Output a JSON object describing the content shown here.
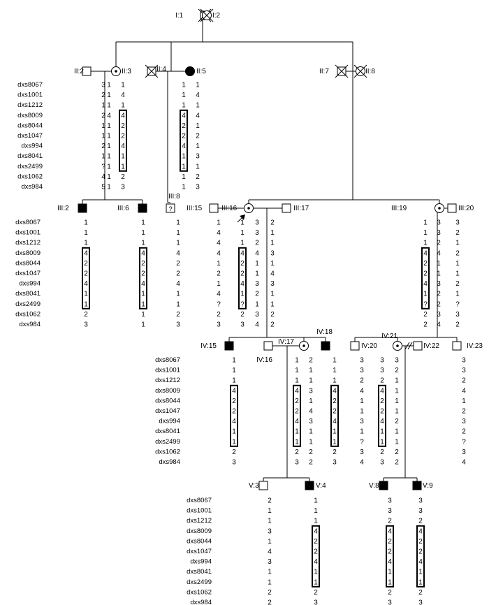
{
  "markers": [
    "dxs8067",
    "dxs1001",
    "dxs1212",
    "dxs8009",
    "dxs8044",
    "dxs1047",
    "dxs994",
    "dxs8041",
    "dxs2499",
    "dxs1062",
    "dxs984"
  ],
  "individuals": [
    {
      "id": "I1",
      "label": "I:1",
      "sex": "male",
      "status": "deceased"
    },
    {
      "id": "I2",
      "label": "I:2",
      "sex": "female",
      "status": "deceased"
    },
    {
      "id": "II2",
      "label": "II:2",
      "sex": "male",
      "status": "normal"
    },
    {
      "id": "II3",
      "label": "II:3",
      "sex": "female",
      "status": "carrier"
    },
    {
      "id": "II4",
      "label": "II:4",
      "sex": "male",
      "status": "deceased"
    },
    {
      "id": "II5",
      "label": "II:5",
      "sex": "female",
      "status": "affected"
    },
    {
      "id": "II7",
      "label": "II:7",
      "sex": "male",
      "status": "deceased"
    },
    {
      "id": "II8",
      "label": "II:8",
      "sex": "female",
      "status": "deceased"
    },
    {
      "id": "III2",
      "label": "III:2",
      "sex": "male",
      "status": "affected"
    },
    {
      "id": "III6",
      "label": "III:6",
      "sex": "male",
      "status": "affected"
    },
    {
      "id": "III8",
      "label": "III:8",
      "sex": "unknown",
      "status": "unknown",
      "symbol_text": "?"
    },
    {
      "id": "III15",
      "label": "III:15",
      "sex": "male",
      "status": "normal"
    },
    {
      "id": "III16",
      "label": "III:16",
      "sex": "female",
      "status": "carrier",
      "proband": true
    },
    {
      "id": "III17",
      "label": "III:17",
      "sex": "male",
      "status": "normal"
    },
    {
      "id": "III19",
      "label": "III:19",
      "sex": "female",
      "status": "carrier"
    },
    {
      "id": "III20",
      "label": "III:20",
      "sex": "male",
      "status": "normal"
    },
    {
      "id": "IV15",
      "label": "IV:15",
      "sex": "male",
      "status": "affected"
    },
    {
      "id": "IV16",
      "label": "IV:16",
      "sex": "male",
      "status": "normal"
    },
    {
      "id": "IV17",
      "label": "IV:17",
      "sex": "female",
      "status": "carrier"
    },
    {
      "id": "IV18",
      "label": "IV:18",
      "sex": "male",
      "status": "affected"
    },
    {
      "id": "IV20",
      "label": "IV:20",
      "sex": "male",
      "status": "normal"
    },
    {
      "id": "IV21",
      "label": "IV:21",
      "sex": "female",
      "status": "carrier"
    },
    {
      "id": "IV22",
      "label": "IV:22",
      "sex": "male",
      "status": "normal"
    },
    {
      "id": "IV23",
      "label": "IV:23",
      "sex": "male",
      "status": "normal"
    },
    {
      "id": "V3",
      "label": "V:3",
      "sex": "male",
      "status": "normal"
    },
    {
      "id": "V4",
      "label": "V:4",
      "sex": "male",
      "status": "affected"
    },
    {
      "id": "V8",
      "label": "V:8",
      "sex": "male",
      "status": "affected"
    },
    {
      "id": "V9",
      "label": "V:9",
      "sex": "male",
      "status": "affected"
    }
  ],
  "haplotypes": [
    {
      "of": "II2",
      "values": [
        "3",
        "2",
        "1",
        "2",
        "1",
        "1",
        "2",
        "1",
        "?",
        "4",
        "5"
      ]
    },
    {
      "of": "II3",
      "values": [
        "1",
        "1",
        "1",
        "4",
        "1",
        "1",
        "1",
        "1",
        "1",
        "1",
        "1"
      ]
    },
    {
      "of": "II3",
      "values": [
        "1",
        "4",
        "1",
        "4",
        "2",
        "2",
        "4",
        "1",
        "1",
        "2",
        "3"
      ],
      "boxed": [
        3,
        8
      ]
    },
    {
      "of": "II5",
      "values": [
        "1",
        "1",
        "1",
        "4",
        "2",
        "2",
        "4",
        "1",
        "1",
        "1",
        "1"
      ],
      "boxed": [
        3,
        8
      ]
    },
    {
      "of": "II5",
      "values": [
        "1",
        "4",
        "1",
        "4",
        "1",
        "2",
        "1",
        "3",
        "1",
        "2",
        "3"
      ]
    },
    {
      "of": "III2",
      "values": [
        "1",
        "1",
        "1",
        "4",
        "2",
        "2",
        "4",
        "1",
        "1",
        "2",
        "3"
      ],
      "boxed": [
        3,
        8
      ]
    },
    {
      "of": "III6",
      "values": [
        "1",
        "1",
        "1",
        "4",
        "2",
        "2",
        "4",
        "1",
        "1",
        "1",
        "1"
      ],
      "boxed": [
        3,
        8
      ]
    },
    {
      "of": "III8",
      "values": [
        "1",
        "1",
        "1",
        "4",
        "2",
        "2",
        "4",
        "1",
        "1",
        "2",
        "3"
      ]
    },
    {
      "of": "III15",
      "values": [
        "1",
        "4",
        "4",
        "4",
        "1",
        "2",
        "1",
        "4",
        "?",
        "2",
        "3"
      ]
    },
    {
      "of": "III16",
      "values": [
        "1",
        "1",
        "1",
        "4",
        "2",
        "2",
        "4",
        "1",
        "?",
        "2",
        "3"
      ],
      "boxed": [
        3,
        8
      ]
    },
    {
      "of": "III16",
      "values": [
        "3",
        "3",
        "2",
        "4",
        "1",
        "1",
        "3",
        "2",
        "1",
        "3",
        "4"
      ]
    },
    {
      "of": "III17",
      "values": [
        "2",
        "1",
        "1",
        "3",
        "1",
        "4",
        "3",
        "1",
        "1",
        "2",
        "2"
      ]
    },
    {
      "of": "III19",
      "values": [
        "1",
        "1",
        "1",
        "4",
        "2",
        "2",
        "4",
        "1",
        "?",
        "2",
        "2"
      ],
      "boxed": [
        3,
        8
      ]
    },
    {
      "of": "III19",
      "values": [
        "3",
        "3",
        "2",
        "4",
        "1",
        "1",
        "3",
        "2",
        "2",
        "3",
        "4"
      ]
    },
    {
      "of": "III20",
      "values": [
        "3",
        "2",
        "1",
        "2",
        "1",
        "1",
        "2",
        "1",
        "?",
        "3",
        "2"
      ]
    },
    {
      "of": "IV15",
      "values": [
        "1",
        "1",
        "1",
        "4",
        "2",
        "2",
        "4",
        "1",
        "1",
        "2",
        "3"
      ],
      "boxed": [
        3,
        8
      ]
    },
    {
      "of": "IV17",
      "values": [
        "1",
        "1",
        "1",
        "4",
        "2",
        "2",
        "4",
        "1",
        "1",
        "2",
        "3"
      ],
      "boxed": [
        3,
        8
      ]
    },
    {
      "of": "IV17",
      "values": [
        "2",
        "1",
        "1",
        "3",
        "1",
        "4",
        "3",
        "1",
        "1",
        "2",
        "2"
      ]
    },
    {
      "of": "IV18",
      "values": [
        "1",
        "1",
        "1",
        "4",
        "2",
        "2",
        "4",
        "1",
        "1",
        "2",
        "3"
      ],
      "boxed": [
        3,
        8
      ]
    },
    {
      "of": "IV20",
      "values": [
        "3",
        "3",
        "2",
        "4",
        "1",
        "1",
        "3",
        "1",
        "?",
        "3",
        "4"
      ]
    },
    {
      "of": "IV21",
      "values": [
        "3",
        "3",
        "2",
        "4",
        "2",
        "2",
        "4",
        "1",
        "1",
        "2",
        "3"
      ],
      "boxed": [
        3,
        8
      ]
    },
    {
      "of": "IV21",
      "values": [
        "3",
        "2",
        "1",
        "1",
        "1",
        "1",
        "2",
        "1",
        "1",
        "2",
        "2"
      ]
    },
    {
      "of": "IV23",
      "values": [
        "3",
        "3",
        "2",
        "4",
        "1",
        "2",
        "3",
        "2",
        "?",
        "3",
        "4"
      ]
    },
    {
      "of": "V3",
      "values": [
        "2",
        "1",
        "1",
        "3",
        "1",
        "4",
        "3",
        "1",
        "1",
        "2",
        "2"
      ]
    },
    {
      "of": "V4",
      "values": [
        "1",
        "1",
        "1",
        "4",
        "2",
        "2",
        "4",
        "1",
        "1",
        "2",
        "3"
      ],
      "boxed": [
        3,
        8
      ]
    },
    {
      "of": "V8",
      "values": [
        "3",
        "3",
        "2",
        "4",
        "2",
        "2",
        "4",
        "1",
        "1",
        "2",
        "3"
      ],
      "boxed": [
        3,
        8
      ]
    },
    {
      "of": "V9",
      "values": [
        "3",
        "3",
        "2",
        "4",
        "2",
        "2",
        "4",
        "1",
        "1",
        "2",
        "3"
      ],
      "boxed": [
        3,
        8
      ]
    }
  ]
}
